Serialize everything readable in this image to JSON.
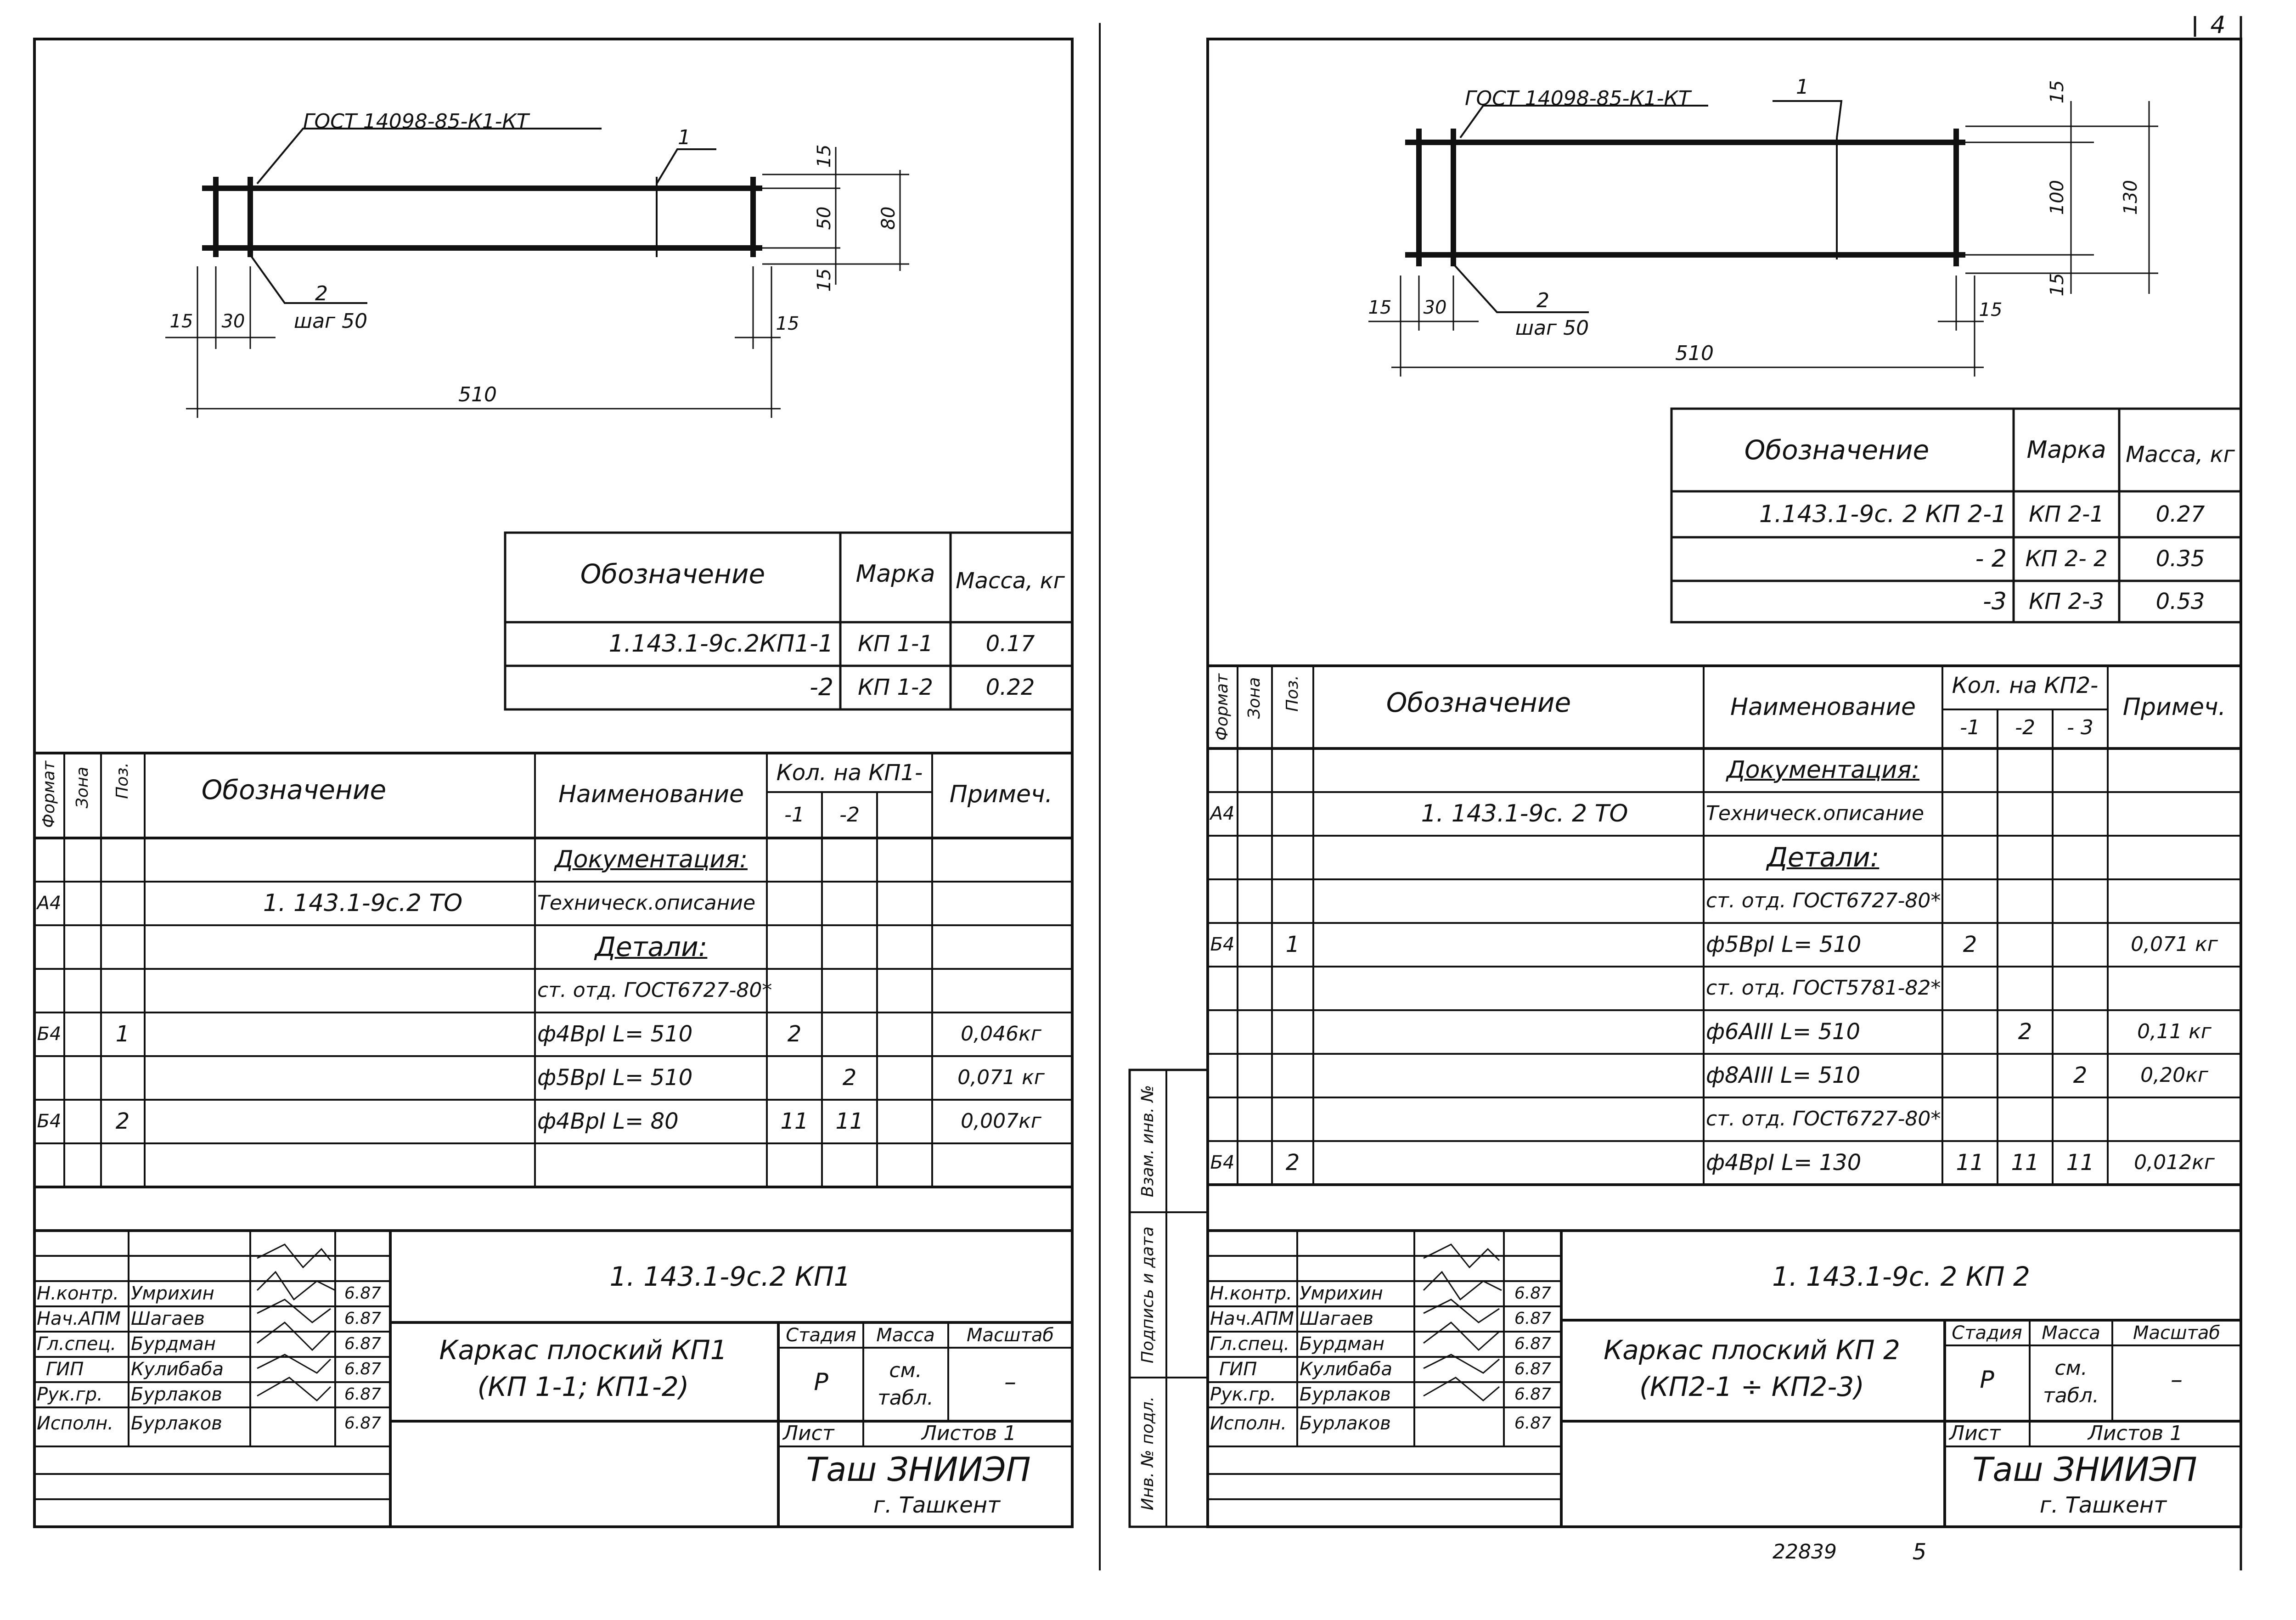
{
  "sheet_number": "4",
  "archive_number": "22839",
  "page_number": "5",
  "side_stamp": {
    "inv_podl": "Инв. № подл.",
    "podpis_data": "Подпись и дата",
    "vzam_inv": "Взам. инв. №"
  },
  "left": {
    "drawing": {
      "gost_label": "ГОСТ 14098-85-К1-КТ",
      "leader1": "1",
      "leader2": "2",
      "step": "шаг 50",
      "dims": {
        "d15_top": "15",
        "d50": "50",
        "d80": "80",
        "d15_bottom": "15",
        "d15_left": "15",
        "d30": "30",
        "d15_right": "15",
        "d510": "510"
      }
    },
    "mass_table": {
      "headers": {
        "designation": "Обозначение",
        "mark": "Марка",
        "mass": "Масса, кг"
      },
      "rows": [
        {
          "designation": "1.143.1-9с.2КП1-1",
          "mark": "КП 1-1",
          "mass": "0.17"
        },
        {
          "designation": "-2",
          "mark": "КП 1-2",
          "mass": "0.22"
        }
      ]
    },
    "spec": {
      "headers": {
        "format": "Формат",
        "zone": "Зона",
        "pos": "Поз.",
        "designation": "Обозначение",
        "name": "Наименование",
        "qty": "Кол. на КП1-",
        "qty1": "-1",
        "qty2": "-2",
        "note": "Примеч."
      },
      "rows": [
        {
          "format": "",
          "pos": "",
          "designation": "",
          "name": "Документация:",
          "q1": "",
          "q2": "",
          "note": "",
          "heading": true
        },
        {
          "format": "А4",
          "pos": "",
          "designation": "1. 143.1-9с.2      ТО",
          "name": "Техническ.описание",
          "q1": "",
          "q2": "",
          "note": ""
        },
        {
          "format": "",
          "pos": "",
          "designation": "",
          "name": "Детали:",
          "q1": "",
          "q2": "",
          "note": "",
          "heading": true
        },
        {
          "format": "",
          "pos": "",
          "designation": "",
          "name": "ст. отд. ГОСТ6727-80*",
          "q1": "",
          "q2": "",
          "note": ""
        },
        {
          "format": "Б4",
          "pos": "1",
          "designation": "",
          "name": "ф4ВрI  L= 510",
          "q1": "2",
          "q2": "",
          "note": "0,046кг"
        },
        {
          "format": "",
          "pos": "",
          "designation": "",
          "name": "ф5ВрI  L= 510",
          "q1": "",
          "q2": "2",
          "note": "0,071 кг"
        },
        {
          "format": "Б4",
          "pos": "2",
          "designation": "",
          "name": "ф4ВрI L= 80",
          "q1": "11",
          "q2": "11",
          "note": "0,007кг"
        }
      ]
    },
    "stamp": {
      "doc_code": "1. 143.1-9с.2   КП1",
      "title_line1": "Каркас плоский КП1",
      "title_line2": "(КП 1-1;  КП1-2)",
      "stage_label": "Стадия",
      "mass_label": "Масса",
      "scale_label": "Масштаб",
      "stage": "Р",
      "mass_line1": "см.",
      "mass_line2": "табл.",
      "scale": "–",
      "sheet_label": "Лист",
      "sheets_label": "Листов  1",
      "org_line1": "Таш ЗНИИЭП",
      "org_line2": "г. Ташкент",
      "people": [
        {
          "role": "Н.контр.",
          "name": "Умрихин",
          "date": "6.87"
        },
        {
          "role": "Нач.АПМ",
          "name": "Шагаев",
          "date": "6.87"
        },
        {
          "role": "Гл.спец.",
          "name": "Бурдман",
          "date": "6.87"
        },
        {
          "role": "ГИП",
          "name": "Кулибаба",
          "date": "6.87"
        },
        {
          "role": "Рук.гр.",
          "name": "Бурлаков",
          "date": "6.87"
        },
        {
          "role": "Исполн.",
          "name": "Бурлаков",
          "date": "6.87"
        }
      ]
    }
  },
  "right": {
    "drawing": {
      "gost_label": "ГОСТ 14098-85-К1-КТ",
      "leader1": "1",
      "leader2": "2",
      "step": "шаг 50",
      "dims": {
        "d15_top": "15",
        "d100": "100",
        "d130": "130",
        "d15_bottom": "15",
        "d15_left": "15",
        "d30": "30",
        "d15_right": "15",
        "d510": "510"
      }
    },
    "mass_table": {
      "headers": {
        "designation": "Обозначение",
        "mark": "Марка",
        "mass": "Масса, кг"
      },
      "rows": [
        {
          "designation": "1.143.1-9с. 2  КП 2-1",
          "mark": "КП 2-1",
          "mass": "0.27"
        },
        {
          "designation": "- 2",
          "mark": "КП 2- 2",
          "mass": "0.35"
        },
        {
          "designation": "-3",
          "mark": "КП 2-3",
          "mass": "0.53"
        }
      ]
    },
    "spec": {
      "headers": {
        "format": "Формат",
        "zone": "Зона",
        "pos": "Поз.",
        "designation": "Обозначение",
        "name": "Наименование",
        "qty": "Кол. на КП2-",
        "qty1": "-1",
        "qty2": "-2",
        "qty3": "- 3",
        "note": "Примеч."
      },
      "rows": [
        {
          "format": "",
          "pos": "",
          "designation": "",
          "name": "Документация:",
          "q1": "",
          "q2": "",
          "q3": "",
          "note": "",
          "heading": true
        },
        {
          "format": "А4",
          "pos": "",
          "designation": "1. 143.1-9с. 2      ТО",
          "name": "Техническ.описание",
          "q1": "",
          "q2": "",
          "q3": "",
          "note": ""
        },
        {
          "format": "",
          "pos": "",
          "designation": "",
          "name": "Детали:",
          "q1": "",
          "q2": "",
          "q3": "",
          "note": "",
          "heading": true
        },
        {
          "format": "",
          "pos": "",
          "designation": "",
          "name": "ст. отд. ГОСТ6727-80*",
          "q1": "",
          "q2": "",
          "q3": "",
          "note": ""
        },
        {
          "format": "Б4",
          "pos": "1",
          "designation": "",
          "name": "ф5ВрI  L= 510",
          "q1": "2",
          "q2": "",
          "q3": "",
          "note": "0,071 кг"
        },
        {
          "format": "",
          "pos": "",
          "designation": "",
          "name": "ст. отд. ГОСТ5781-82*",
          "q1": "",
          "q2": "",
          "q3": "",
          "note": ""
        },
        {
          "format": "",
          "pos": "",
          "designation": "",
          "name": "ф6АIII  L= 510",
          "q1": "",
          "q2": "2",
          "q3": "",
          "note": "0,11 кг"
        },
        {
          "format": "",
          "pos": "",
          "designation": "",
          "name": "ф8АIII  L= 510",
          "q1": "",
          "q2": "",
          "q3": "2",
          "note": "0,20кг"
        },
        {
          "format": "",
          "pos": "",
          "designation": "",
          "name": "ст. отд. ГОСТ6727-80*",
          "q1": "",
          "q2": "",
          "q3": "",
          "note": ""
        },
        {
          "format": "Б4",
          "pos": "2",
          "designation": "",
          "name": "ф4ВрI L= 130",
          "q1": "11",
          "q2": "11",
          "q3": "11",
          "note": "0,012кг"
        }
      ]
    },
    "stamp": {
      "doc_code": "1. 143.1-9с. 2 КП 2",
      "title_line1": "Каркас плоский КП 2",
      "title_line2": "(КП2-1 ÷ КП2-3)",
      "stage_label": "Стадия",
      "mass_label": "Масса",
      "scale_label": "Масштаб",
      "stage": "Р",
      "mass_line1": "см.",
      "mass_line2": "табл.",
      "scale": "–",
      "sheet_label": "Лист",
      "sheets_label": "Листов  1",
      "org_line1": "Таш ЗНИИЭП",
      "org_line2": "г. Ташкент",
      "people": [
        {
          "role": "Н.контр.",
          "name": "Умрихин",
          "date": "6.87"
        },
        {
          "role": "Нач.АПМ",
          "name": "Шагаев",
          "date": "6.87"
        },
        {
          "role": "Гл.спец.",
          "name": "Бурдман",
          "date": "6.87"
        },
        {
          "role": "ГИП",
          "name": "Кулибаба",
          "date": "6.87"
        },
        {
          "role": "Рук.гр.",
          "name": "Бурлаков",
          "date": "6.87"
        },
        {
          "role": "Исполн.",
          "name": "Бурлаков",
          "date": "6.87"
        }
      ]
    }
  }
}
